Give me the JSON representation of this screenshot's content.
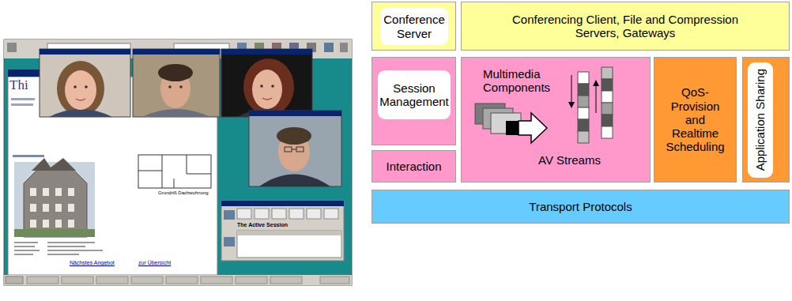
{
  "diagram": {
    "nodes": [
      {
        "text": [
          "Conference Server"
        ]
      },
      {
        "text": [
          "Conferencing Client, File and Compression Servers, Gateways"
        ]
      },
      {
        "text": [
          "Session Management"
        ]
      },
      {
        "text": [
          "Interaction"
        ]
      },
      {
        "text": [
          "Multimedia Components",
          "AV Streams"
        ]
      },
      {
        "text": [
          "QoS- Provision and Realtime Scheduling"
        ]
      },
      {
        "text": [
          "Application Sharing"
        ]
      },
      {
        "text": [
          "Transport Protocols"
        ]
      }
    ],
    "labels": [
      "Thi",
      "Grundriß Dachwohnung",
      "Nächstes Angebot",
      "zur Übersicht",
      "The Active Session"
    ]
  }
}
